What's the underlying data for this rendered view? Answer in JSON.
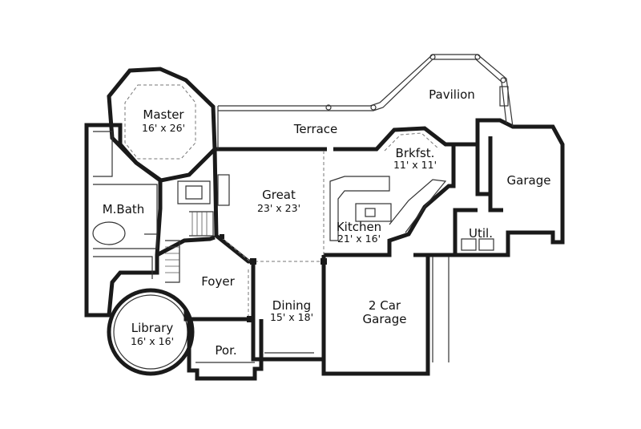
{
  "rooms": [
    {
      "key": "master",
      "name": "Master",
      "size": "16' x 26'"
    },
    {
      "key": "terrace",
      "name": "Terrace",
      "size": ""
    },
    {
      "key": "pavilion",
      "name": "Pavilion",
      "size": ""
    },
    {
      "key": "brkfst",
      "name": "Brkfst.",
      "size": "11' x 11'"
    },
    {
      "key": "garage1",
      "name": "Garage",
      "size": ""
    },
    {
      "key": "great",
      "name": "Great",
      "size": "23' x 23'"
    },
    {
      "key": "mbath",
      "name": "M.Bath",
      "size": ""
    },
    {
      "key": "kitchen",
      "name": "Kitchen",
      "size": "21' x 16'"
    },
    {
      "key": "util",
      "name": "Util.",
      "size": ""
    },
    {
      "key": "foyer",
      "name": "Foyer",
      "size": ""
    },
    {
      "key": "dining",
      "name": "Dining",
      "size": "15' x 18'"
    },
    {
      "key": "garage2",
      "name": "2 Car",
      "size": "Garage"
    },
    {
      "key": "library",
      "name": "Library",
      "size": "16' x 16'"
    },
    {
      "key": "porch",
      "name": "Por.",
      "size": ""
    }
  ],
  "colors": {
    "wall": "#1a1a1a",
    "background": "#ffffff"
  }
}
